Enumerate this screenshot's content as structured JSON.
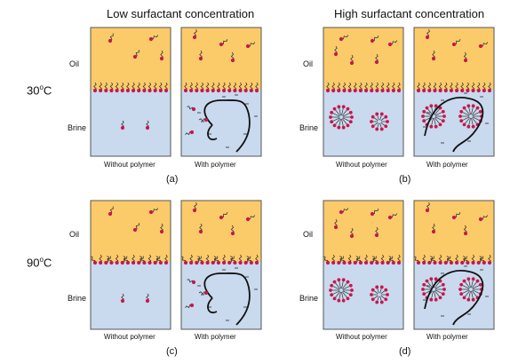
{
  "headers": {
    "low": "Low surfactant concentration",
    "high": "High surfactant concentration"
  },
  "rows": [
    {
      "temp_value": "30",
      "temp_sup": "o",
      "temp_unit": "C"
    },
    {
      "temp_value": "90",
      "temp_sup": "o",
      "temp_unit": "C"
    }
  ],
  "phase_labels": {
    "oil": "Oil",
    "brine": "Brine"
  },
  "captions": {
    "without": "Without polymer",
    "with": "With polymer"
  },
  "panel_letters": [
    "(a)",
    "(b)",
    "(c)",
    "(d)"
  ],
  "colors": {
    "oil": "#FBCB6A",
    "brine": "#C9D9EE",
    "surfactant_head": "#C8174C",
    "polymer": "#111111",
    "frame": "#555555"
  }
}
